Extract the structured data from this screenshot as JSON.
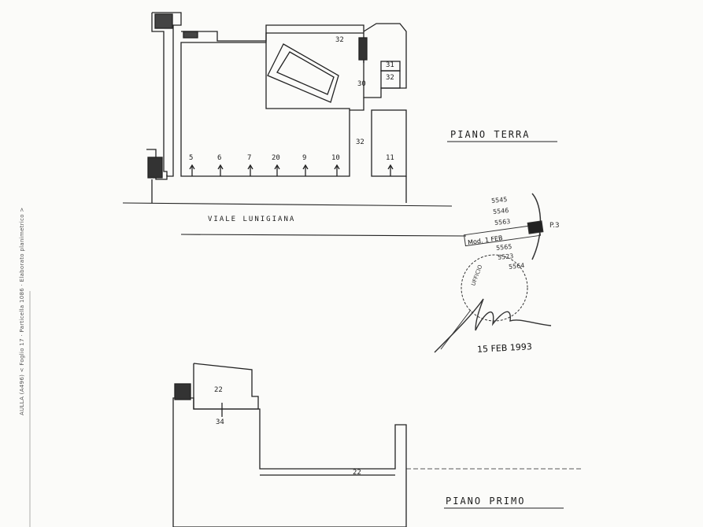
{
  "sheet": {
    "margin_note": "AULLA (A496) < Foglio 17 · Particella 1086 · Elaborato planimetrico >"
  },
  "ground_floor": {
    "title": "PIANO TERRA",
    "street": "VIALE LUNIGIANA",
    "units": [
      {
        "id": "u5",
        "label": "5"
      },
      {
        "id": "u6",
        "label": "6"
      },
      {
        "id": "u7",
        "label": "7"
      },
      {
        "id": "u20",
        "label": "20"
      },
      {
        "id": "u9",
        "label": "9"
      },
      {
        "id": "u10",
        "label": "10"
      },
      {
        "id": "u11",
        "label": "11"
      }
    ],
    "labels": {
      "a": "32",
      "b": "30",
      "c": "31",
      "d": "32",
      "e": "32"
    }
  },
  "first_floor": {
    "title": "PIANO PRIMO",
    "labels": {
      "room": "22",
      "sub": "34",
      "corridor": "22"
    }
  },
  "annotation": {
    "numbers": [
      "5545",
      "5546",
      "5563",
      "5565",
      "5523",
      "5564"
    ],
    "mod": "Mod. 1 FEB",
    "p_mark": "P.3",
    "stamp": "UFFICIO",
    "date": "15 FEB 1993"
  }
}
